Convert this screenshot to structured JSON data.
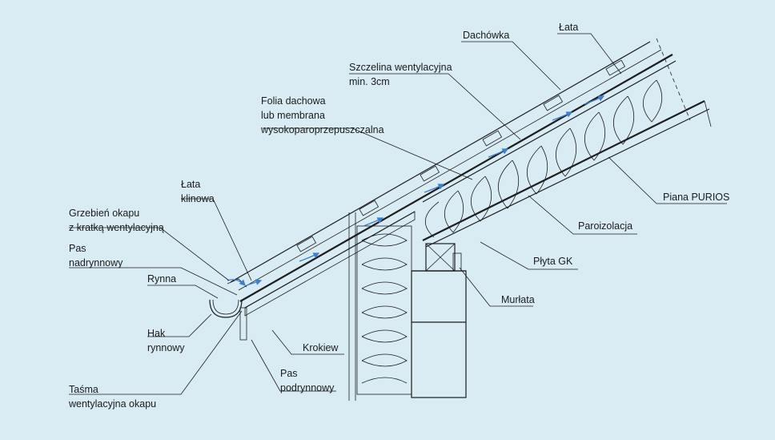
{
  "colors": {
    "background": "#d9ecf4",
    "line": "#1d1d1d",
    "ventilation_arrow": "#3f7fd0"
  },
  "labels": {
    "lata_top": "Łata",
    "dachowka": "Dachówka",
    "szczelina_1": "Szczelina wentylacyjna",
    "szczelina_2": "min. 3cm",
    "folia_1": "Folia dachowa",
    "folia_2": "lub membrana",
    "folia_3": "wysokoparoprzepuszczalna",
    "lata_klinowa_1": "Łata",
    "lata_klinowa_2": "klinowa",
    "grzebien_1": "Grzebień okapu",
    "grzebien_2": "z kratką wentylacyjną",
    "pas_nad_1": "Pas",
    "pas_nad_2": "nadrynnowy",
    "rynna": "Rynna",
    "hak_1": "Hak",
    "hak_2": "rynnowy",
    "tasma_1": "Taśma",
    "tasma_2": "wentylacyjna okapu",
    "krokiew": "Krokiew",
    "pas_pod_1": "Pas",
    "pas_pod_2": "podrynnowy",
    "murlata": "Murłata",
    "plyta_gk": "Płyta GK",
    "paroizolacja": "Paroizolacja",
    "piana": "Piana PURIOS"
  }
}
